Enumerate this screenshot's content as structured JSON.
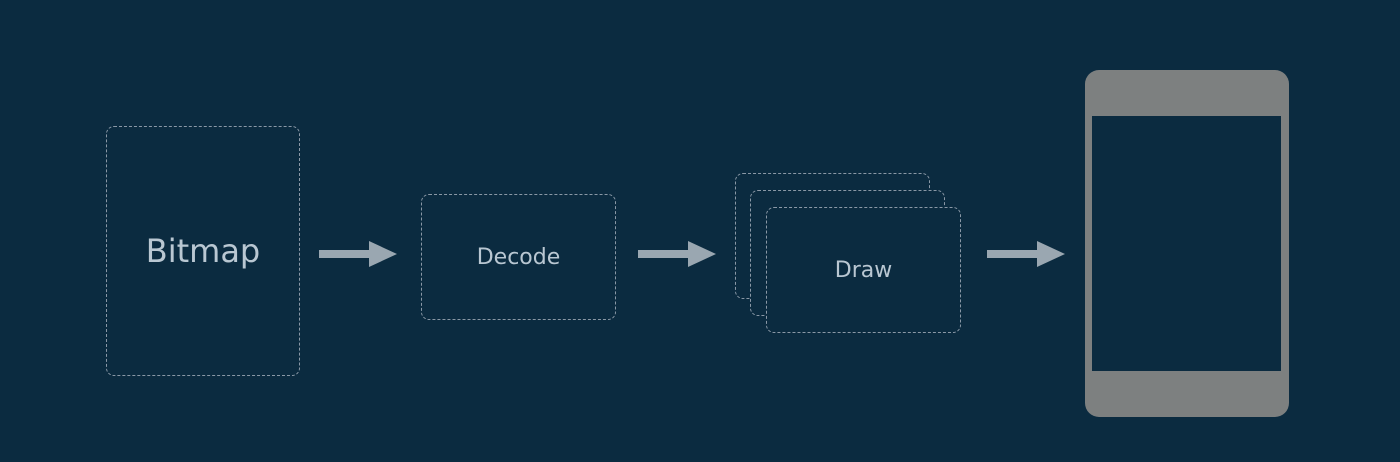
{
  "diagram": {
    "bitmap_label": "Bitmap",
    "decode_label": "Decode",
    "draw_label": "Draw"
  },
  "colors": {
    "background": "#0b2b40",
    "dashed_border": "#8a98a6",
    "text": "#b9c7d2",
    "arrow": "#9aa7b1",
    "phone": "#7d8080"
  },
  "icons": {
    "arrow": "right-arrow-icon",
    "device": "phone-icon"
  }
}
